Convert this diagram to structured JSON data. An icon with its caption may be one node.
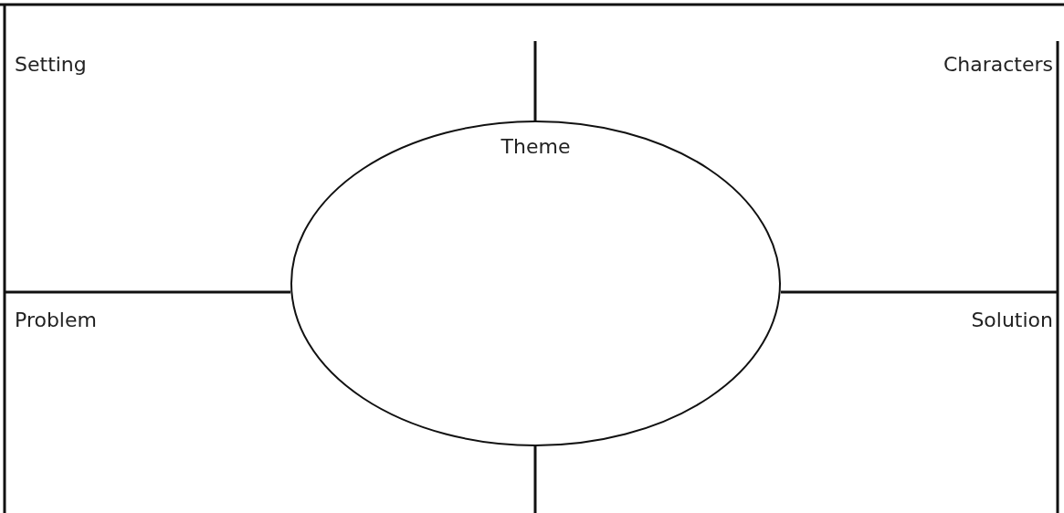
{
  "diagram": {
    "nodes": [
      {
        "text": [
          "Theme"
        ]
      }
    ],
    "labels": [
      "Setting",
      "Characters",
      "Problem",
      "Solution"
    ]
  }
}
